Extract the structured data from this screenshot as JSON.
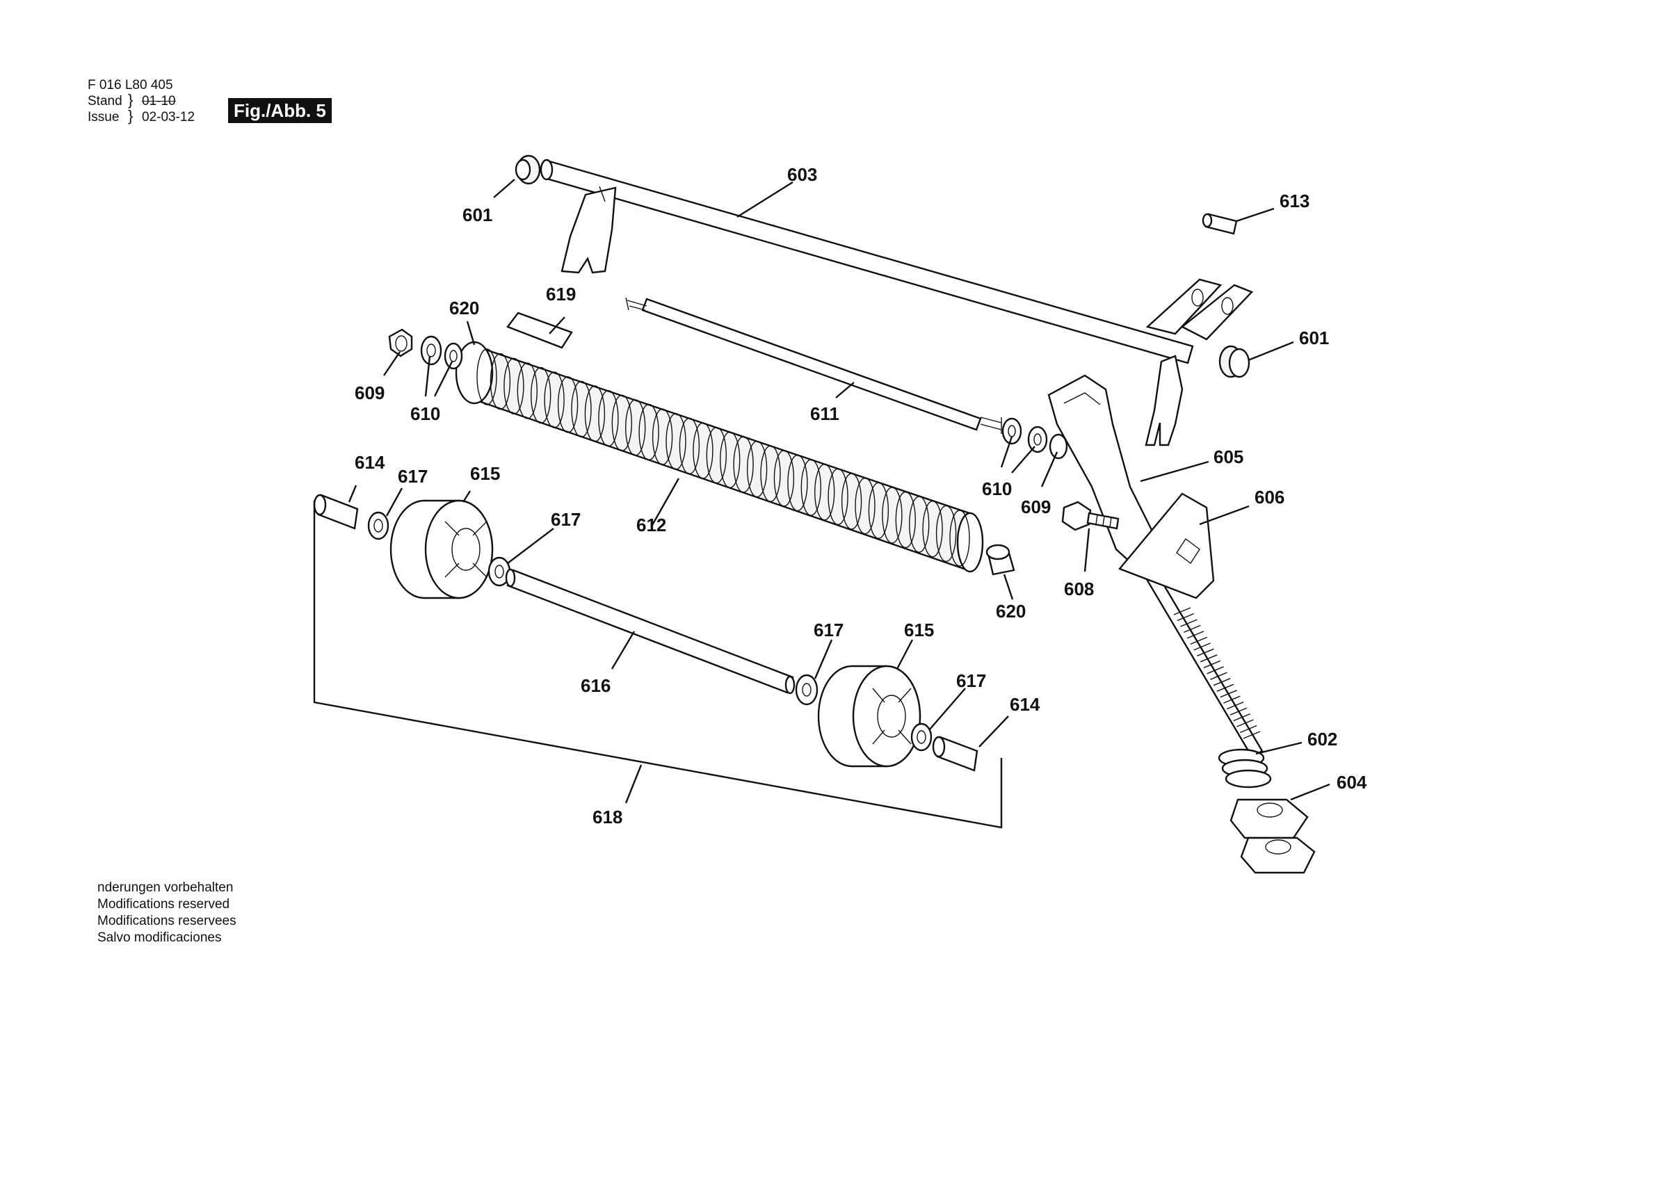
{
  "header": {
    "doc_number": "F 016 L80 405",
    "stand_label": "Stand",
    "issue_label": "Issue",
    "old_date": "01-10",
    "issue_date": "02-03-12",
    "figure_label": "Fig./Abb. 5"
  },
  "footer": {
    "lines": [
      "nderungen vorbehalten",
      "Modifications reserved",
      "Modifications reservees",
      "Salvo modificaciones"
    ]
  },
  "callouts": [
    {
      "id": "c601a",
      "text": "601"
    },
    {
      "id": "c603",
      "text": "603"
    },
    {
      "id": "c613",
      "text": "613"
    },
    {
      "id": "c601b",
      "text": "601"
    },
    {
      "id": "c619",
      "text": "619"
    },
    {
      "id": "c620a",
      "text": "620"
    },
    {
      "id": "c609a",
      "text": "609"
    },
    {
      "id": "c610a",
      "text": "610"
    },
    {
      "id": "c611",
      "text": "611"
    },
    {
      "id": "c610b",
      "text": "610"
    },
    {
      "id": "c609b",
      "text": "609"
    },
    {
      "id": "c605",
      "text": "605"
    },
    {
      "id": "c606",
      "text": "606"
    },
    {
      "id": "c614a",
      "text": "614"
    },
    {
      "id": "c617a",
      "text": "617"
    },
    {
      "id": "c615a",
      "text": "615"
    },
    {
      "id": "c617b",
      "text": "617"
    },
    {
      "id": "c612",
      "text": "612"
    },
    {
      "id": "c608",
      "text": "608"
    },
    {
      "id": "c620b",
      "text": "620"
    },
    {
      "id": "c617c",
      "text": "617"
    },
    {
      "id": "c615b",
      "text": "615"
    },
    {
      "id": "c616",
      "text": "616"
    },
    {
      "id": "c617d",
      "text": "617"
    },
    {
      "id": "c614b",
      "text": "614"
    },
    {
      "id": "c602",
      "text": "602"
    },
    {
      "id": "c604",
      "text": "604"
    },
    {
      "id": "c618",
      "text": "618"
    }
  ]
}
